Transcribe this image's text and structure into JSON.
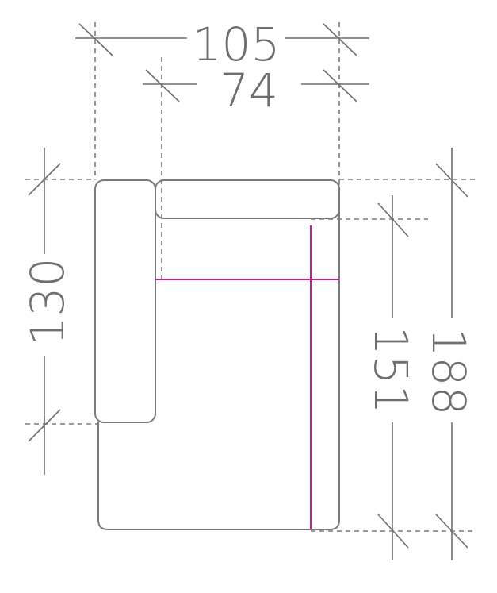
{
  "diagram": {
    "dimensions": {
      "overall_width": "105",
      "seat_width": "74",
      "armrest_depth": "130",
      "seat_depth": "151",
      "overall_depth": "188"
    },
    "colors": {
      "outline": "#7a7a7a",
      "dimension": "#6e6e6e",
      "seat_measure": "#d1168c"
    }
  }
}
